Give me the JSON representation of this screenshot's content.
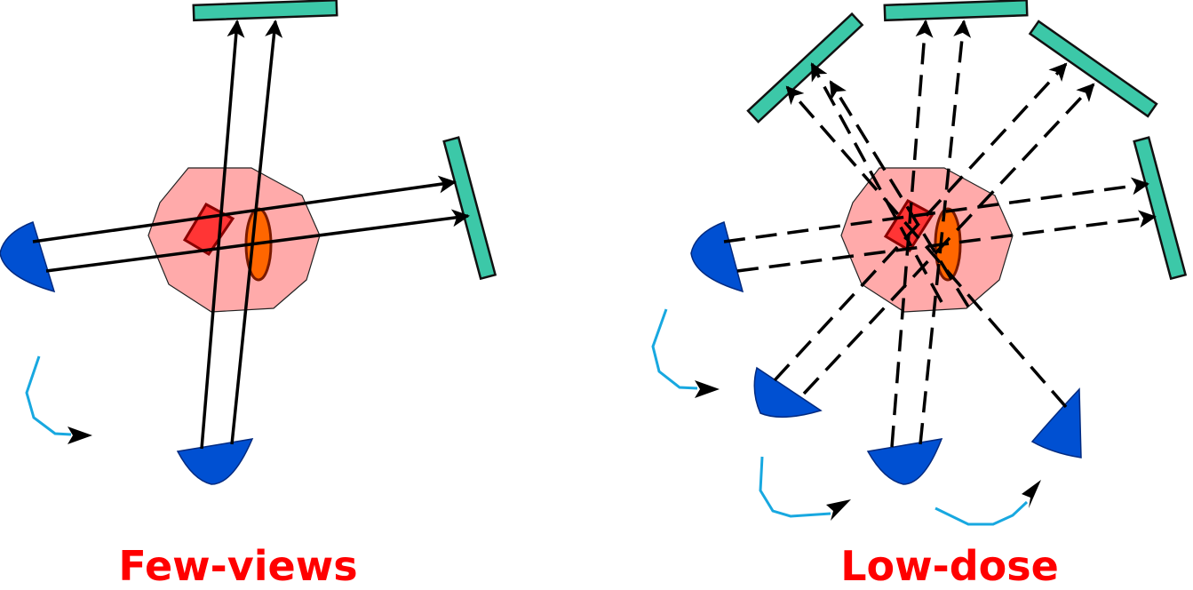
{
  "panels": [
    {
      "id": "few-views",
      "caption": "Few-views"
    },
    {
      "id": "low-dose",
      "caption": "Low-dose"
    }
  ],
  "colors": {
    "caption": "#ff0000",
    "detector": "#3cc8a8",
    "source": "#0050d2",
    "phantom": "#ffaaaa",
    "object_square": "#ff2828",
    "object_ellipse": "#ff6600",
    "rotation_arrow": "#18a8e0",
    "ray": "#000000"
  },
  "icons": [
    "x-ray-source-icon",
    "detector-icon",
    "rotation-arrow-icon",
    "phantom-icon"
  ]
}
